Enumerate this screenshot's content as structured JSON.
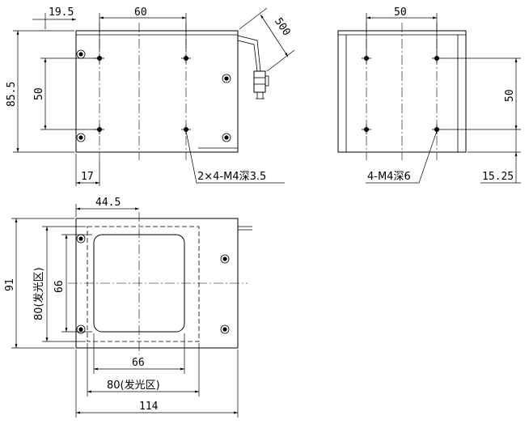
{
  "dimensions": {
    "top_left_offset": "19.5",
    "top_hole_spacing": "60",
    "cable_length": "500",
    "height": "85.5",
    "hole_vertical": "50",
    "bottom_offset": "17",
    "side_hole_spacing": "50",
    "side_vertical": "50",
    "side_offset": "15.25",
    "bottom_offset_label": "44.5",
    "overall_height": "91",
    "emit_area_vertical": "80(发光区)",
    "window_vertical": "66",
    "window_horizontal": "66",
    "emit_area_horizontal": "80(发光区)",
    "overall_width": "114"
  },
  "notes": {
    "front_holes": "2×4-M4深3.5",
    "side_holes": "4-M4深6"
  }
}
